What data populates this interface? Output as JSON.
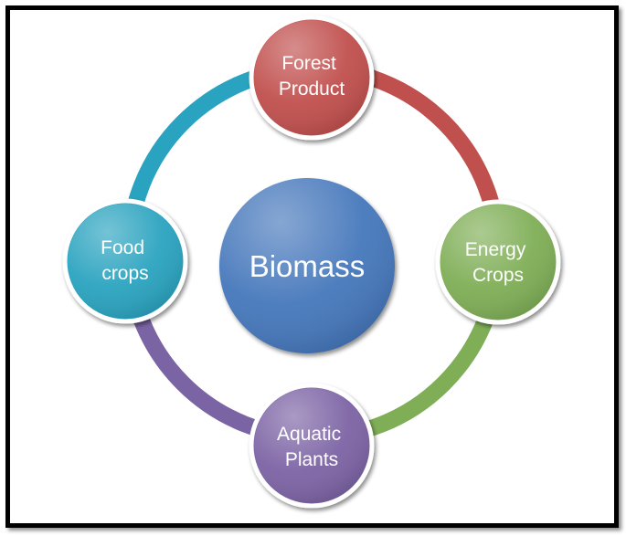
{
  "diagram": {
    "center": {
      "label": "Biomass",
      "color": "#4477bb"
    },
    "nodes": [
      {
        "id": "forest-product",
        "lines": [
          "Forest",
          "Product"
        ],
        "color": "#c0504d"
      },
      {
        "id": "energy-crops",
        "lines": [
          "Energy",
          "Crops"
        ],
        "color": "#7fae57"
      },
      {
        "id": "aquatic-plants",
        "lines": [
          "Aquatic",
          "Plants"
        ],
        "color": "#7b64a4"
      },
      {
        "id": "food-crops",
        "lines": [
          "Food",
          "crops"
        ],
        "color": "#29a3bf"
      }
    ],
    "arc_colors": {
      "top_right": "#c0504d",
      "bottom_right": "#7fae57",
      "bottom_left": "#7b64a4",
      "top_left": "#29a3bf"
    },
    "border_color": "#000000"
  }
}
